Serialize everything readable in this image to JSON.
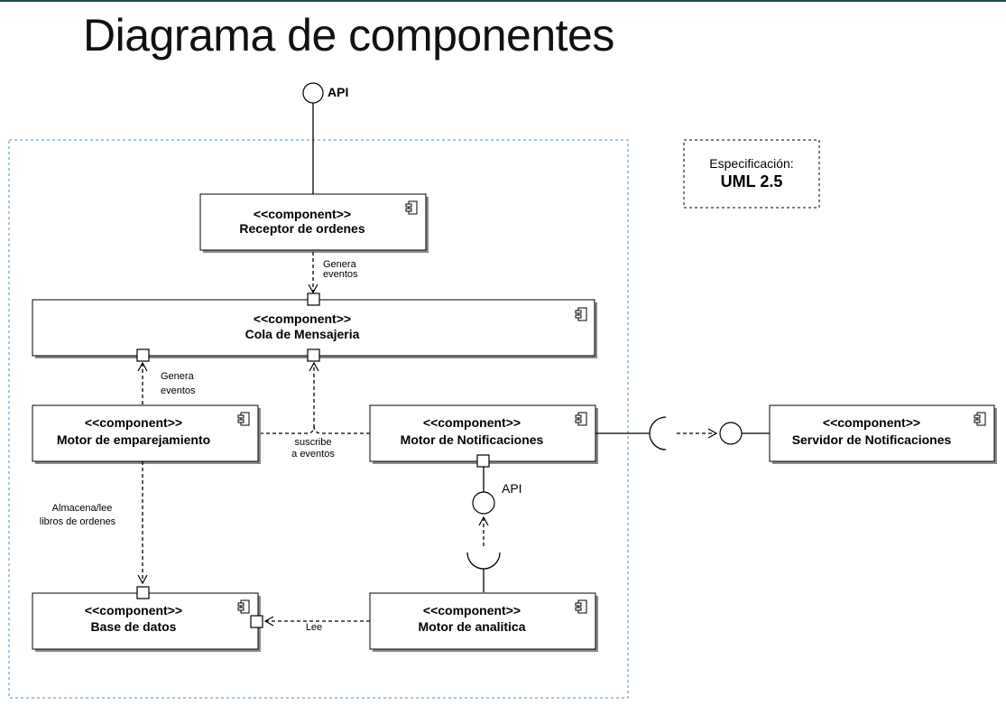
{
  "title": "Diagrama de componentes",
  "stereotype": "<<component>>",
  "components": {
    "receptor": "Receptor de ordenes",
    "cola": "Cola de Mensajeria",
    "emparejamiento": "Motor de emparejamiento",
    "notificaciones": "Motor de Notificaciones",
    "servidor": "Servidor de Notificaciones",
    "base": "Base de datos",
    "analitica": "Motor de analitica"
  },
  "interfaces": {
    "api_top": "API",
    "api_notif": "API"
  },
  "labels": {
    "genera_eventos_1_line1": "Genera",
    "genera_eventos_1_line2": "eventos",
    "genera_eventos_2_line1": "Genera",
    "genera_eventos_2_line2": "eventos",
    "suscribe_line1": "suscribe",
    "suscribe_line2": "a eventos",
    "almacena_line1": "Almacena/lee",
    "almacena_line2": "libros de ordenes",
    "lee": "Lee"
  },
  "spec": {
    "label": "Especificación:",
    "value": "UML 2.5"
  },
  "colors": {
    "boundary": "#4a90c8",
    "topbar": "#1e4d4f"
  },
  "icons": [
    "component-icon"
  ]
}
